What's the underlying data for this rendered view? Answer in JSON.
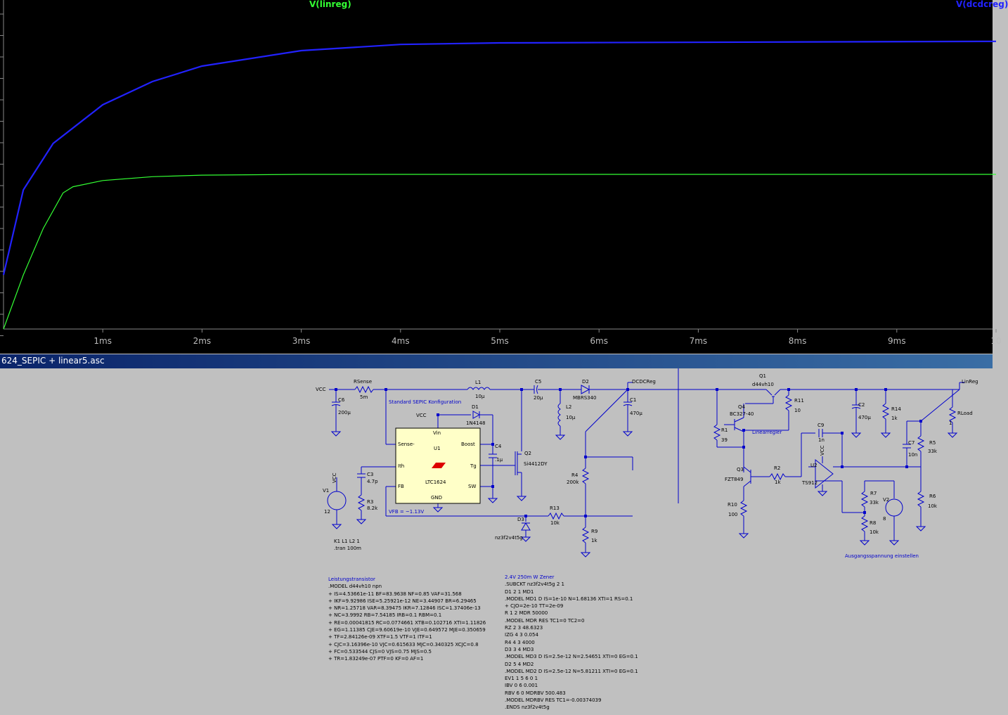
{
  "plot": {
    "traces": [
      {
        "name": "V(linreg)",
        "color": "#33ff33"
      },
      {
        "name": "V(dcdcreg)",
        "color": "#2222ff"
      }
    ],
    "x_axis_labels": [
      "1ms",
      "2ms",
      "3ms",
      "4ms",
      "5ms",
      "6ms",
      "7ms",
      "8ms",
      "9ms",
      "10"
    ],
    "chart_data": {
      "type": "line",
      "x_range": [
        0,
        10
      ],
      "x_unit": "ms",
      "series": [
        {
          "name": "V(linreg)",
          "color": "#33ff33",
          "points": [
            [
              0,
              0
            ],
            [
              0.2,
              0.35
            ],
            [
              0.4,
              0.65
            ],
            [
              0.6,
              0.88
            ],
            [
              0.7,
              0.92
            ],
            [
              1,
              0.96
            ],
            [
              1.5,
              0.985
            ],
            [
              2,
              0.995
            ],
            [
              3,
              1
            ],
            [
              10,
              1
            ]
          ]
        },
        {
          "name": "V(dcdcreg)",
          "color": "#2222ff",
          "points": [
            [
              0,
              0.35
            ],
            [
              0.2,
              0.9
            ],
            [
              0.5,
              1.2
            ],
            [
              1,
              1.45
            ],
            [
              1.5,
              1.6
            ],
            [
              2,
              1.7
            ],
            [
              3,
              1.8
            ],
            [
              4,
              1.84
            ],
            [
              5,
              1.85
            ],
            [
              10,
              1.86
            ]
          ]
        }
      ]
    }
  },
  "window": {
    "title": "624_SEPIC + linear5.asc"
  },
  "schematic": {
    "labels": {
      "vcc1": "VCC",
      "rsense": "RSense",
      "rsense_val": "5m",
      "c6": "C6",
      "c6_val": "200µ",
      "l1": "L1",
      "l1_val": "10µ",
      "c5": "C5",
      "c5_val": "20µ",
      "d2": "D2",
      "d2_val": "MBRS340",
      "dcdcreg": "DCDCReg",
      "c1": "C1",
      "c1_val": "470µ",
      "l2": "L2",
      "l2_val": "10µ",
      "sepic_title": "Standard SEPIC Konfiguration",
      "vcc2": "VCC",
      "d1": "D1",
      "d1_val": "1N4148",
      "u1_vin": "Vin",
      "u1_sense": "Sense-",
      "u1_name": "U1",
      "u1_boost": "Boost",
      "u1_ith": "Ith",
      "u1_tg": "Tg",
      "u1_fb": "FB",
      "u1_part": "LTC1624",
      "u1_sw": "SW",
      "u1_gnd": "GND",
      "c4": "C4",
      "c4_val": ".1µ",
      "q2": "Q2",
      "q2_val": "Si4412DY",
      "c3": "C3",
      "c3_val": "4.7p",
      "r3": "R3",
      "r3_val": "8.2k",
      "vcc_v1": "VCC",
      "v1": "V1",
      "v1_val": "12",
      "vfb_note": "VFB = ~1.13V",
      "r13": "R13",
      "r13_val": "10k",
      "d3": "D3",
      "d3_val": "nz3f2v4t5g",
      "r4": "R4",
      "r4_val": "200k",
      "r9": "R9",
      "r9_val": "1k",
      "k_stmt": "K1 L1 L2 1",
      "tran_stmt": ".tran 100m",
      "q1": "Q1",
      "q1_val": "d44vh10",
      "r11": "R11",
      "r11_val": "10",
      "c2": "C2",
      "c2_val": "470µ",
      "r14": "R14",
      "r14_val": "1k",
      "linreg": "LinReg",
      "rload": "RLoad",
      "rload_val": "1",
      "q4": "Q4",
      "q4_val": "BC327-40",
      "r1": "R1",
      "r1_val": "39",
      "linearregler": "Linearregler",
      "c9": "C9",
      "c9_val": "1n",
      "c7": "C7",
      "c7_val": "10n",
      "r5": "R5",
      "r5_val": "33k",
      "vcc_u2": "VCC",
      "u2": "U2",
      "q3": "Q3",
      "q3_val": "FZT849",
      "r2": "R2",
      "r2_val": "1k",
      "u2_val": "TS912",
      "r7": "R7",
      "r7_val": "33k",
      "v2": "V2",
      "v2_val": "8",
      "r6": "R6",
      "r6_val": "10k",
      "r10": "R10",
      "r10_val": "100",
      "r8": "R8",
      "r8_val": "10k",
      "ausgang": "Ausgangsspannung einstellen"
    },
    "directives_left": {
      "header": "Leistungstransistor",
      "lines": [
        ".MODEL d44vh10 npn",
        "+ IS=4.53661e-11 BF=83.9638 NF=0.85 VAF=31.568",
        "+ IKF=9.92986 ISE=5.25921e-12 NE=3.44907 BR=6.29465",
        "+ NR=1.25718 VAR=8.39475 IKR=7.12846 ISC=1.37406e-13",
        "+ NC=3.9992 RB=7.54185 IRB=0.1 RBM=0.1",
        "+ RE=0.00041815 RC=0.0774661 XTB=0.102716 XTI=1.11826",
        "+ EG=1.11385 CJE=9.60619e-10 VJE=0.649572 MJE=0.350659",
        "+ TF=2.84126e-09 XTF=1.5 VTF=1 ITF=1",
        "+ CJC=3.16396e-10 VJC=0.615633 MJC=0.340325 XCJC=0.8",
        "+ FC=0.533544 CJS=0 VJS=0.75 MJS=0.5",
        "+ TR=1.83249e-07 PTF=0 KF=0 AF=1"
      ]
    },
    "directives_right": {
      "header": "2.4V 250m W Zener",
      "lines": [
        ".SUBCKT nz3f2v4t5g 2 1",
        "D1 2 1 MD1",
        ".MODEL MD1 D IS=1e-10 N=1.68136 XTI=1 RS=0.1",
        "+ CJO=2e-10 TT=2e-09",
        "R 1 2 MDR 50000",
        ".MODEL MDR RES TC1=0 TC2=0",
        "RZ 2 3 48.6323",
        "IZG 4 3 0.054",
        "R4 4 3 4000",
        "D3 3 4 MD3",
        ".MODEL MD3 D IS=2.5e-12 N=2.54651 XTI=0 EG=0.1",
        "D2 5 4 MD2",
        ".MODEL MD2 D IS=2.5e-12 N=5.81211 XTI=0 EG=0.1",
        "EV1 1 5 6 0 1",
        "IBV 0 6 0.001",
        "RBV 6 0 MDRBV 500.483",
        ".MODEL MDRBV RES TC1=-0.00374039",
        ".ENDS nz3f2v4t5g"
      ]
    }
  }
}
